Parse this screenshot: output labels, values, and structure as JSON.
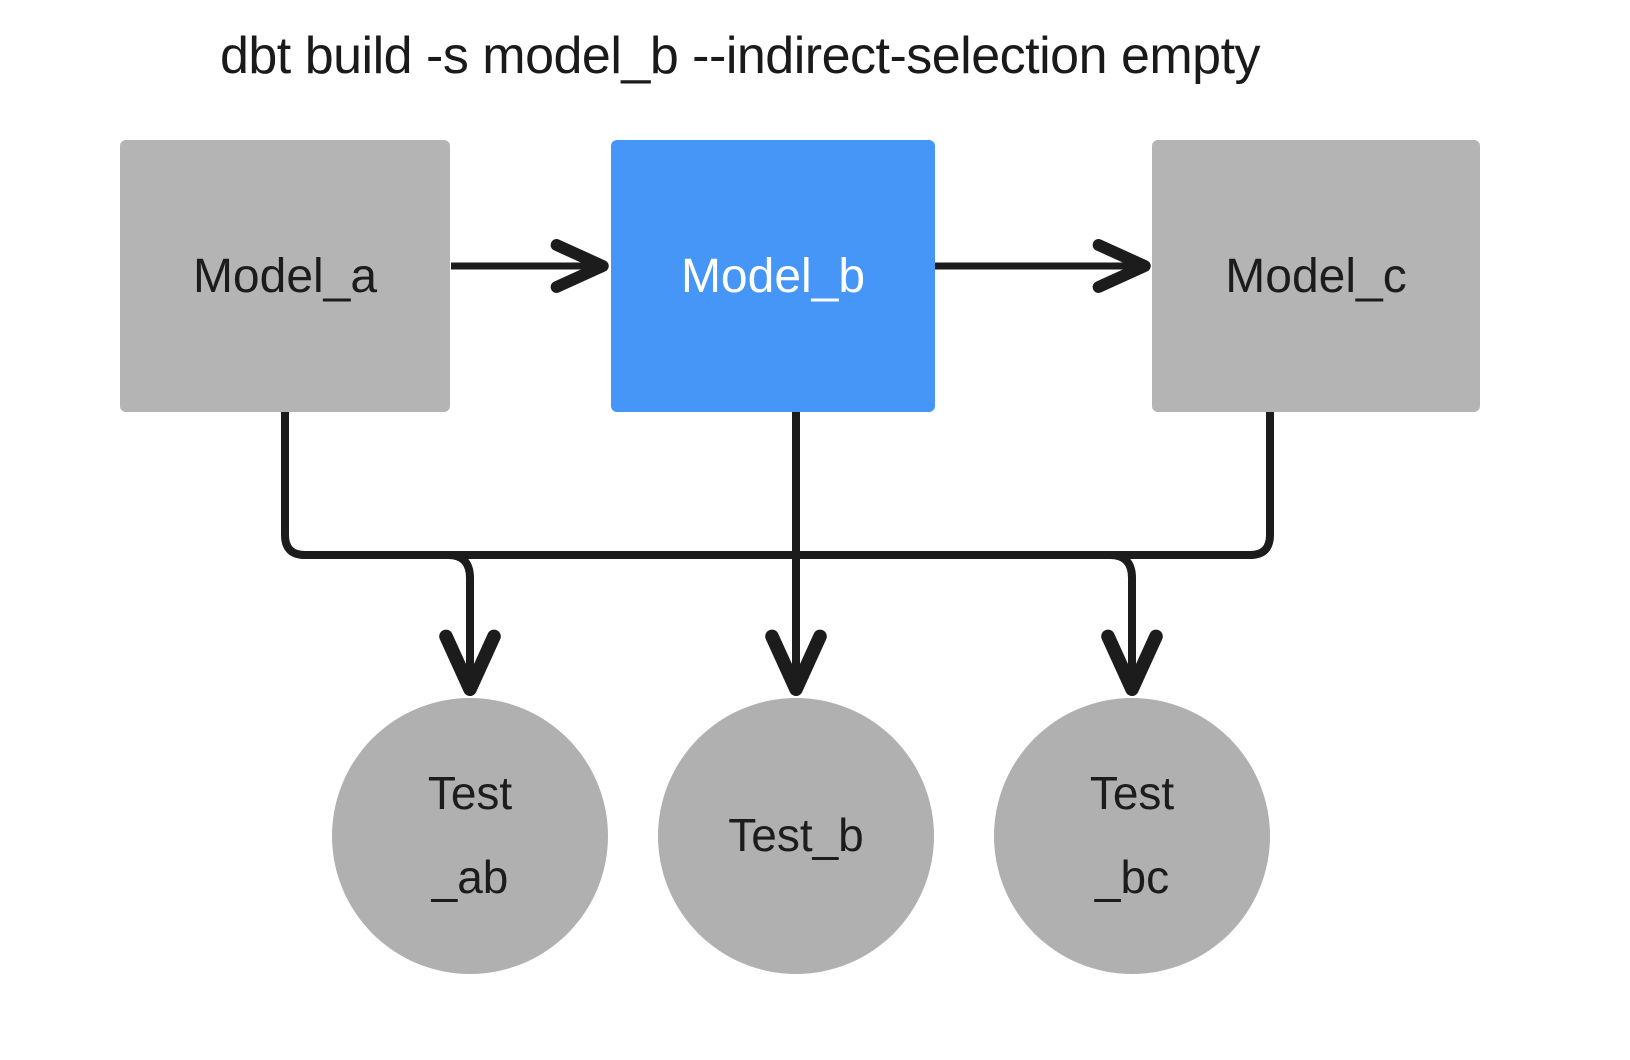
{
  "diagram": {
    "title": "dbt build -s model_b --indirect-selection empty",
    "colors": {
      "selected_node": "#4596f6",
      "unselected_node": "#b4b4b4",
      "test_node": "#b0b0b0",
      "edge": "#1c1c1c",
      "background": "#ffffff",
      "selected_text": "#ffffff",
      "default_text": "#1c1c1c"
    },
    "models": [
      {
        "id": "model_a",
        "label": "Model_a",
        "state": "unselected"
      },
      {
        "id": "model_b",
        "label": "Model_b",
        "state": "selected"
      },
      {
        "id": "model_c",
        "label": "Model_c",
        "state": "unselected"
      }
    ],
    "tests": [
      {
        "id": "test_ab",
        "line1": "Test",
        "line2": "_ab",
        "label": "Test_ab"
      },
      {
        "id": "test_b",
        "line1": "Test_b",
        "line2": "",
        "label": "Test_b"
      },
      {
        "id": "test_bc",
        "line1": "Test",
        "line2": "_bc",
        "label": "Test_bc"
      }
    ],
    "edges": [
      {
        "from": "model_a",
        "to": "model_b",
        "kind": "model-to-model"
      },
      {
        "from": "model_b",
        "to": "model_c",
        "kind": "model-to-model"
      },
      {
        "from": "model_a",
        "to": "test_ab",
        "kind": "model-to-test"
      },
      {
        "from": "model_b",
        "to": "test_ab",
        "kind": "model-to-test"
      },
      {
        "from": "model_b",
        "to": "test_b",
        "kind": "model-to-test"
      },
      {
        "from": "model_b",
        "to": "test_bc",
        "kind": "model-to-test"
      },
      {
        "from": "model_c",
        "to": "test_bc",
        "kind": "model-to-test"
      }
    ]
  }
}
